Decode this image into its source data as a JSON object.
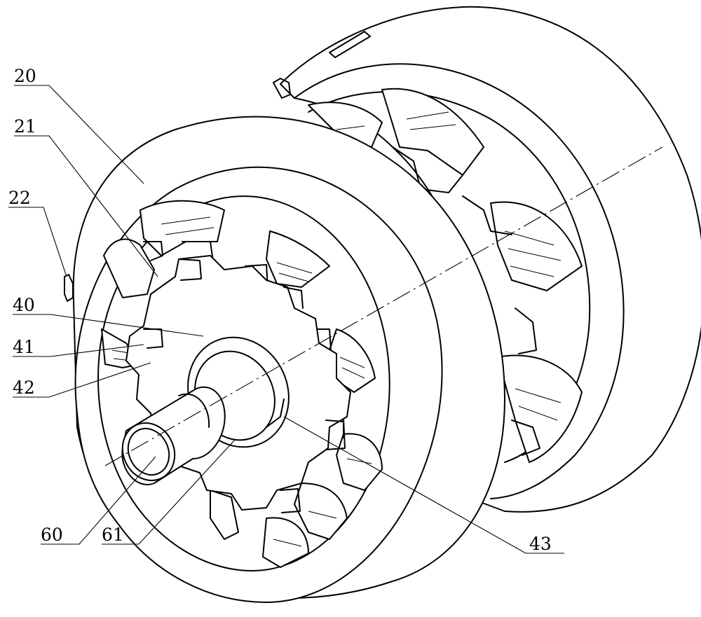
{
  "labels": {
    "ref_20": "20",
    "ref_21": "21",
    "ref_22": "22",
    "ref_40": "40",
    "ref_41": "41",
    "ref_42": "42",
    "ref_60": "60",
    "ref_61": "61",
    "ref_43": "43"
  }
}
